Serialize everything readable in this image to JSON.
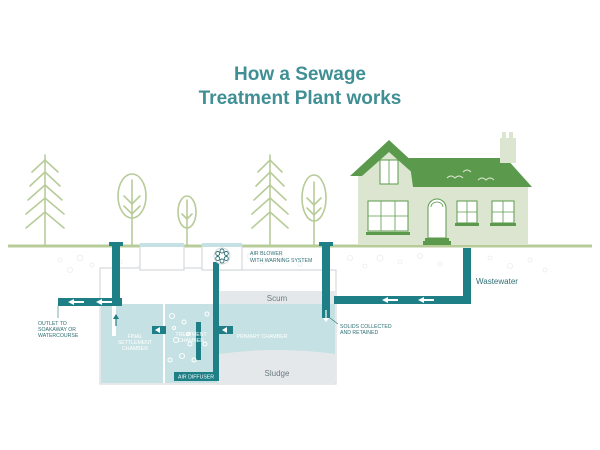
{
  "title": {
    "line1": "How a Sewage",
    "line2": "Treatment Plant works"
  },
  "labels": {
    "air_blower_line1": "AIR BLOWER",
    "air_blower_line2": "WITH WARNING SYSTEM",
    "wastewater": "Wastewater",
    "scum": "Scum",
    "sludge": "Sludge",
    "primary_chamber": "PRIMARY CHAMBER",
    "treatment_chamber_line1": "TREATMENT",
    "treatment_chamber_line2": "CHAMBER",
    "final_chamber_line1": "FINAL",
    "final_chamber_line2": "SETTLEMENT",
    "final_chamber_line3": "CHAMBER",
    "air_diffuser": "AIR DIFFUSER",
    "outlet_line1": "OUTLET TO",
    "outlet_line2": "SOAKAWAY OR",
    "outlet_line3": "WATERCOURSE",
    "solids_line1": "SOLIDS COLLECTED",
    "solids_line2": "AND RETAINED"
  },
  "colors": {
    "title": "#3f8f94",
    "pipe": "#1f7f86",
    "water": "#c6e1e3",
    "house_wall": "#dbe5cf",
    "roof": "#5b9a4c",
    "tree": "#b7cc99",
    "sludge": "#e5e8ea"
  },
  "icons": {
    "air_blower": "fan-icon",
    "flow": "arrow-icon"
  }
}
